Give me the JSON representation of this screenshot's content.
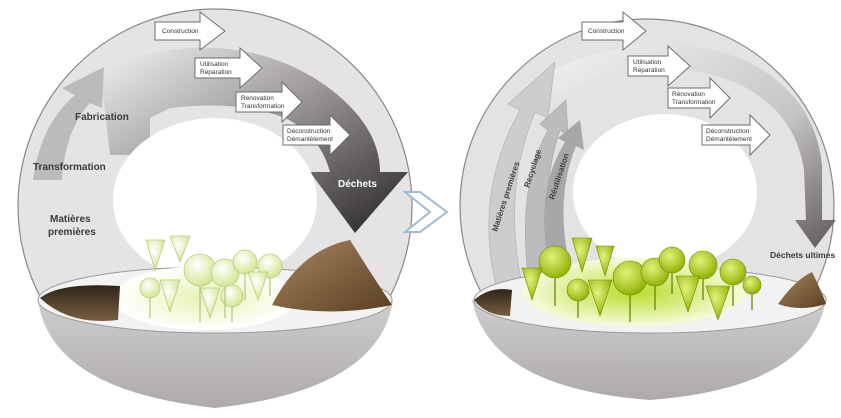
{
  "linear_model": {
    "labels": {
      "fabrication": "Fabrication",
      "transformation": "Transformation",
      "matieres_line1": "Matières",
      "matieres_line2": "premières",
      "dechets": "Déchets"
    },
    "steps": [
      {
        "line1": "Construction",
        "line2": ""
      },
      {
        "line1": "Utilisation",
        "line2": "Réparation"
      },
      {
        "line1": "Rénovation",
        "line2": "Transformation"
      },
      {
        "line1": "Déconstruction",
        "line2": "Démantèlement"
      }
    ]
  },
  "circular_model": {
    "labels": {
      "matieres_premieres": "Matières premières",
      "recyclage": "Recyclage",
      "reutilisation": "Réutilisation",
      "dechets_ultimes": "Déchets ultimes"
    },
    "steps": [
      {
        "line1": "Construction",
        "line2": ""
      },
      {
        "line1": "Utilisation",
        "line2": "Réparation"
      },
      {
        "line1": "Rénovation",
        "line2": "Transformation"
      },
      {
        "line1": "Déconstruction",
        "line2": "Démantèlement"
      }
    ]
  },
  "colors": {
    "circle_fill": "#e4e2e3",
    "ground": "#b9b6b8",
    "linear_arrow_dark": "#2b2828",
    "linear_arrow_light": "#d8d6d7",
    "mound": "#7a5a36",
    "pit": "#4a3b2a",
    "tree_light": "#e8f2c4",
    "tree_bright": "#b4d600",
    "transition_arrow": "#a9c4dc"
  },
  "icons": {
    "separator": "chevron-right-icon"
  }
}
